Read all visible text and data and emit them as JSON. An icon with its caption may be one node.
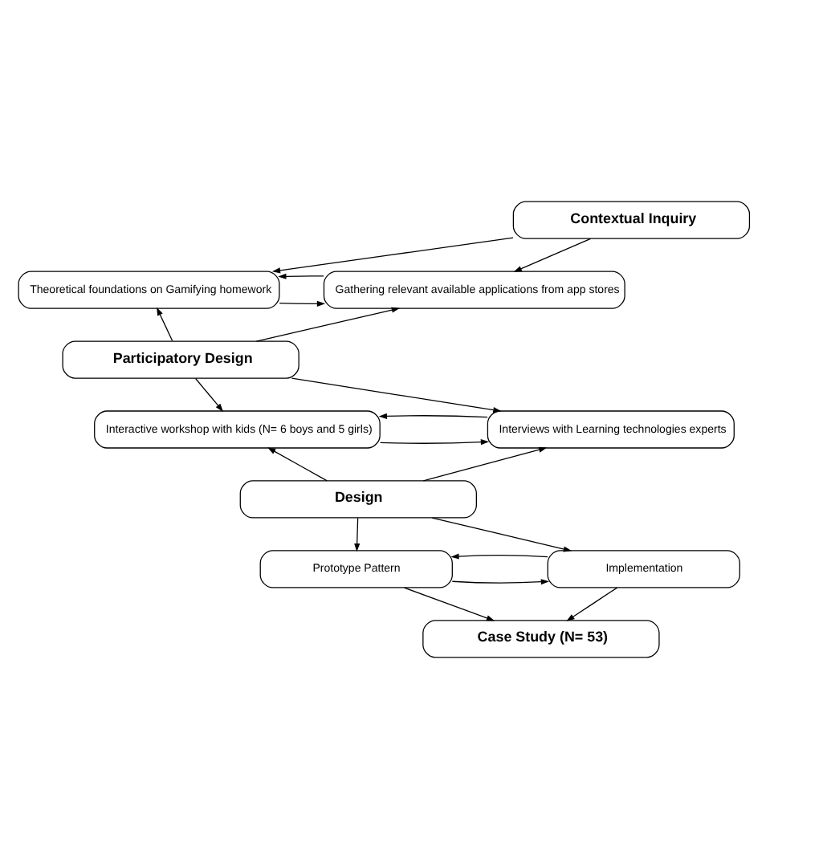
{
  "diagram": {
    "nodes": [
      {
        "text": [
          "Contextual Inquiry"
        ]
      },
      {
        "text": [
          "Theoretical foundations on Gamifying homework"
        ]
      },
      {
        "text": [
          "Gathering relevant available applications from app stores"
        ]
      },
      {
        "text": [
          "Participatory Design"
        ]
      },
      {
        "text": [
          "Interactive workshop with kids (N= 6 boys and 5 girls)"
        ]
      },
      {
        "text": [
          "Interviews with Learning technologies experts"
        ]
      },
      {
        "text": [
          "Design"
        ]
      },
      {
        "text": [
          "Prototype Pattern"
        ]
      },
      {
        "text": [
          "Implementation"
        ]
      },
      {
        "text": [
          "Case Study (N= 53)"
        ]
      }
    ],
    "edges": [
      {
        "from": 0,
        "to": 1,
        "arrow": "to"
      },
      {
        "from": 0,
        "to": 2,
        "arrow": "to"
      },
      {
        "from": 1,
        "to": 2,
        "arrow": "to"
      },
      {
        "from": 2,
        "to": 1,
        "arrow": "to"
      },
      {
        "from": 3,
        "to": 1,
        "arrow": "to"
      },
      {
        "from": 3,
        "to": 2,
        "arrow": "to"
      },
      {
        "from": 3,
        "to": 4,
        "arrow": "to"
      },
      {
        "from": 3,
        "to": 5,
        "arrow": "to"
      },
      {
        "from": 4,
        "to": 5,
        "arrow": "to"
      },
      {
        "from": 5,
        "to": 4,
        "arrow": "to"
      },
      {
        "from": 6,
        "to": 4,
        "arrow": "to"
      },
      {
        "from": 6,
        "to": 5,
        "arrow": "to"
      },
      {
        "from": 6,
        "to": 7,
        "arrow": "to"
      },
      {
        "from": 6,
        "to": 8,
        "arrow": "to"
      },
      {
        "from": 7,
        "to": 8,
        "arrow": "to"
      },
      {
        "from": 8,
        "to": 7,
        "arrow": "to"
      },
      {
        "from": 7,
        "to": 9,
        "arrow": "to"
      },
      {
        "from": 8,
        "to": 9,
        "arrow": "to"
      }
    ]
  }
}
